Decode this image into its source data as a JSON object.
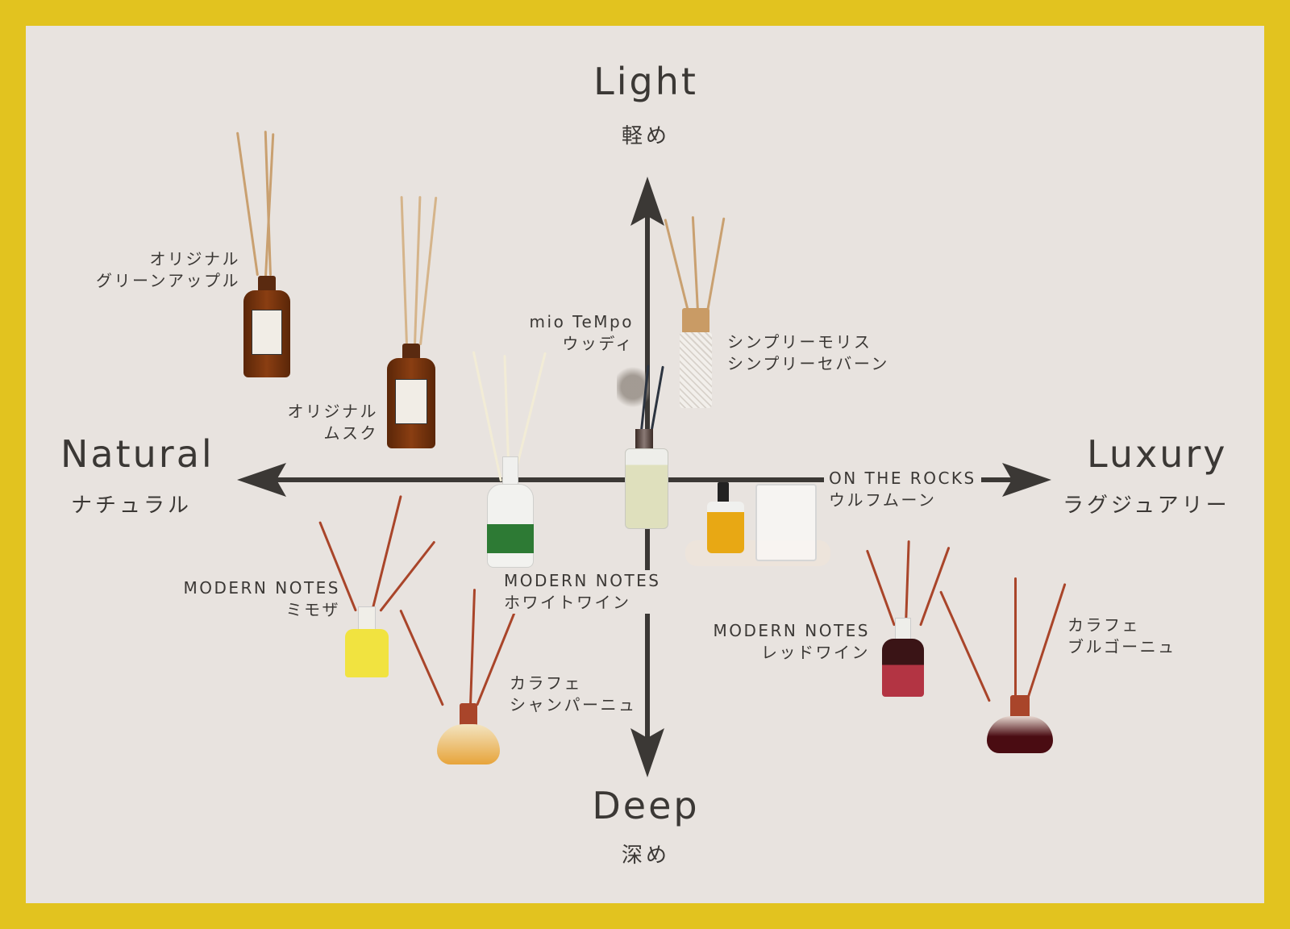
{
  "axes": {
    "top": {
      "title": "Light",
      "subtitle": "軽め"
    },
    "bottom": {
      "title": "Deep",
      "subtitle": "深め"
    },
    "left": {
      "title": "Natural",
      "subtitle": "ナチュラル"
    },
    "right": {
      "title": "Luxury",
      "subtitle": "ラグジュアリー"
    }
  },
  "products": {
    "green_apple": {
      "line1": "オリジナル",
      "line2": "グリーンアップル"
    },
    "musk": {
      "line1": "オリジナル",
      "line2": "ムスク"
    },
    "woody": {
      "line1": "mio TeMpo",
      "line2": "ウッディ"
    },
    "simply": {
      "line1": "シンプリーモリス",
      "line2": "シンプリーセバーン"
    },
    "wolf_moon": {
      "line1": "ON THE ROCKS",
      "line2": "ウルフムーン"
    },
    "mimosa": {
      "line1": "MODERN NOTES",
      "line2": "ミモザ"
    },
    "white_wine": {
      "line1": "MODERN NOTES",
      "line2": "ホワイトワイン"
    },
    "red_wine": {
      "line1": "MODERN NOTES",
      "line2": "レッドワイン"
    },
    "bourgogne": {
      "line1": "カラフェ",
      "line2": "ブルゴーニュ"
    },
    "champagne": {
      "line1": "カラフェ",
      "line2": "シャンパーニュ"
    }
  },
  "colors": {
    "frame": "#e2c31f",
    "panel": "#e8e3df",
    "ink": "#3b3835"
  }
}
